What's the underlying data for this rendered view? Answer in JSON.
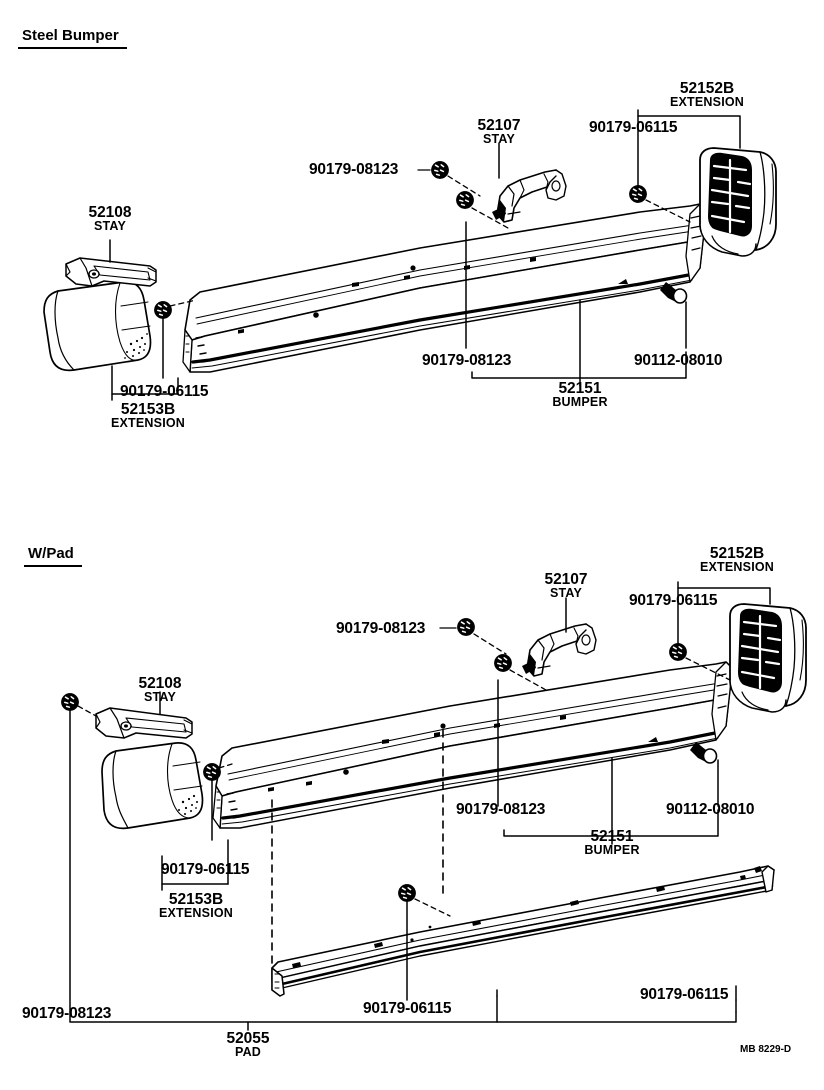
{
  "document": {
    "sheet_code": "MB 8229-D",
    "sections": [
      {
        "id": "steel-bumper",
        "title": "Steel Bumper"
      },
      {
        "id": "w-pad",
        "title": "W/Pad"
      }
    ]
  },
  "steel_bumper": {
    "title": "Steel Bumper",
    "labels": {
      "stay_left_num": "52108",
      "stay_left_sub": "STAY",
      "stay_center_num": "52107",
      "stay_center_sub": "STAY",
      "ext_right_num": "52152B",
      "ext_right_sub": "EXTENSION",
      "ext_left_num": "52153B",
      "ext_left_sub": "EXTENSION",
      "bumper_num": "52151",
      "bumper_sub": "BUMPER",
      "bolt_top_left": "90179-08123",
      "bolt_top_right": "90179-06115",
      "bolt_bottom_left": "90179-08123",
      "bolt_bottom_right": "90112-08010",
      "bolt_left_ext": "90179-06115"
    }
  },
  "w_pad": {
    "title": "W/Pad",
    "labels": {
      "stay_left_num": "52108",
      "stay_left_sub": "STAY",
      "stay_center_num": "52107",
      "stay_center_sub": "STAY",
      "ext_right_num": "52152B",
      "ext_right_sub": "EXTENSION",
      "ext_left_num": "52153B",
      "ext_left_sub": "EXTENSION",
      "bumper_num": "52151",
      "bumper_sub": "BUMPER",
      "pad_num": "52055",
      "pad_sub": "PAD",
      "bolt_top_center": "90179-08123",
      "bolt_top_right": "90179-06115",
      "bolt_bumper_left": "90179-08123",
      "bolt_bumper_right": "90112-08010",
      "bolt_left_ext": "90179-06115",
      "bolt_pad_left": "90179-08123",
      "bolt_pad_center": "90179-06115",
      "bolt_pad_right": "90179-06115"
    }
  },
  "parts": {
    "52108": "STAY",
    "52107": "STAY",
    "52151": "BUMPER",
    "52152B": "EXTENSION",
    "52153B": "EXTENSION",
    "52055": "PAD",
    "90179-08123": "BOLT",
    "90179-06115": "BOLT",
    "90112-08010": "BOLT"
  },
  "colors": {
    "line": "#000000",
    "background": "#ffffff"
  }
}
